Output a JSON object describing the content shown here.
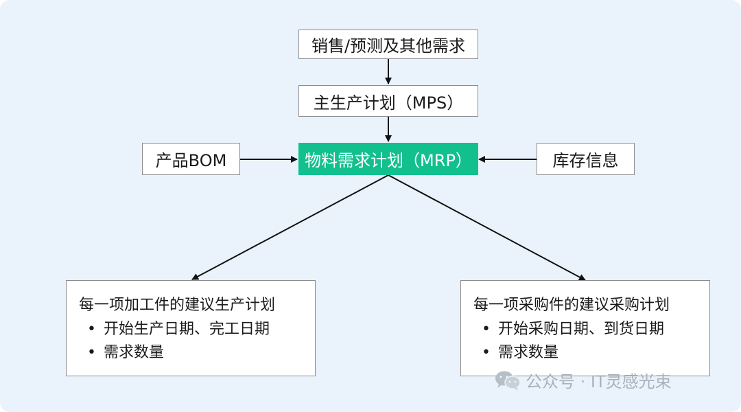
{
  "nodes": {
    "demand": "销售/预测及其他需求",
    "mps": "主生产计划（MPS）",
    "mrp": "物料需求计划（MRP）",
    "bom": "产品BOM",
    "inventory": "库存信息"
  },
  "outputs": {
    "production": {
      "heading": "每一项加工件的建议生产计划",
      "bullets": [
        "开始生产日期、完工日期",
        "需求数量"
      ]
    },
    "purchase": {
      "heading": "每一项采购件的建议采购计划",
      "bullets": [
        "开始采购日期、到货日期",
        "需求数量"
      ]
    }
  },
  "watermark": {
    "icon": "wechat-icon",
    "text": "公众号 · IT灵感光束"
  },
  "colors": {
    "background": "#eaf2fb",
    "accent": "#12c08e",
    "border": "#8c8c8c"
  }
}
